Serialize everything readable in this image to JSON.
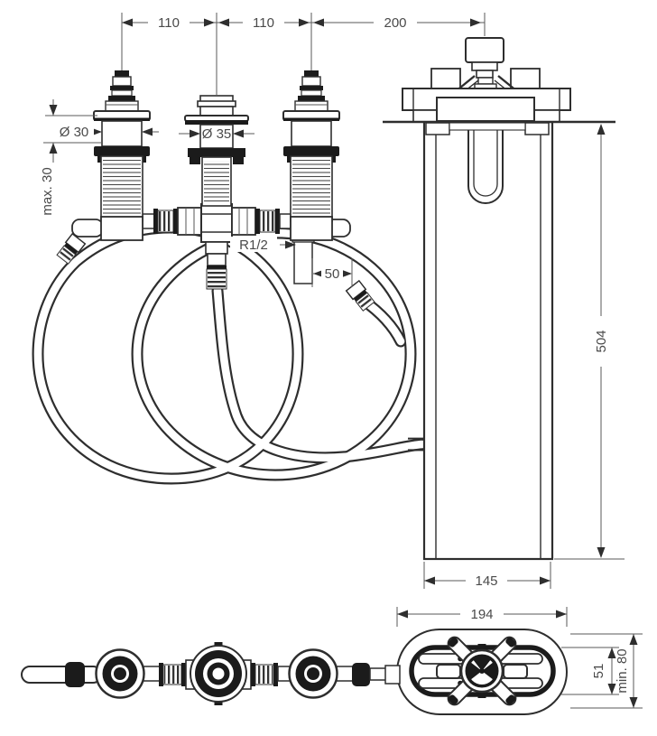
{
  "drawing": {
    "kind": "faucet-installation-dimension-drawing",
    "line_color": "#2e2e2e",
    "background": "#ffffff",
    "dimensions": {
      "pillar_spacing_left": "110",
      "pillar_spacing_right": "110",
      "spout_offset": "200",
      "valve_shank_diameter": "Ø 30",
      "spout_shank_diameter": "Ø 35",
      "max_deck_thickness": "max. 30",
      "connection_thread": "R1/2",
      "hose_offset": "50",
      "column_height": "504",
      "column_depth": "145",
      "plate_length": "194",
      "plate_width": "51",
      "min_clearance": "min. 80"
    }
  }
}
